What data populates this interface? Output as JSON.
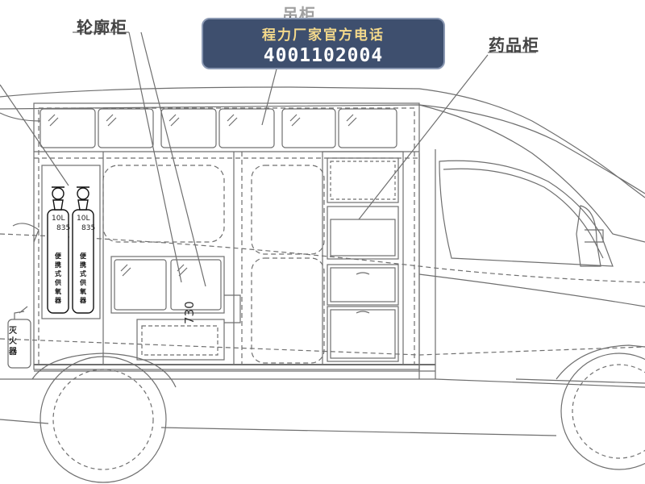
{
  "labels": {
    "contour_cabinet": "轮廓柜",
    "medicine_cabinet": "药品柜",
    "top_cabinet": "吊柜"
  },
  "banner": {
    "title": "程力厂家官方电话",
    "phone": "4001102004"
  },
  "oxygen_tanks": [
    {
      "volume": "10L",
      "code": "835",
      "text": "便携式供氧器"
    },
    {
      "volume": "10L",
      "code": "835",
      "text": "便携式供氧器"
    }
  ],
  "dimension": "730",
  "extinguisher_label": "灭火器",
  "colors": {
    "banner_bg": "#3e4f6e",
    "banner_title": "#f4d98b",
    "line": "#6f6f6f"
  }
}
